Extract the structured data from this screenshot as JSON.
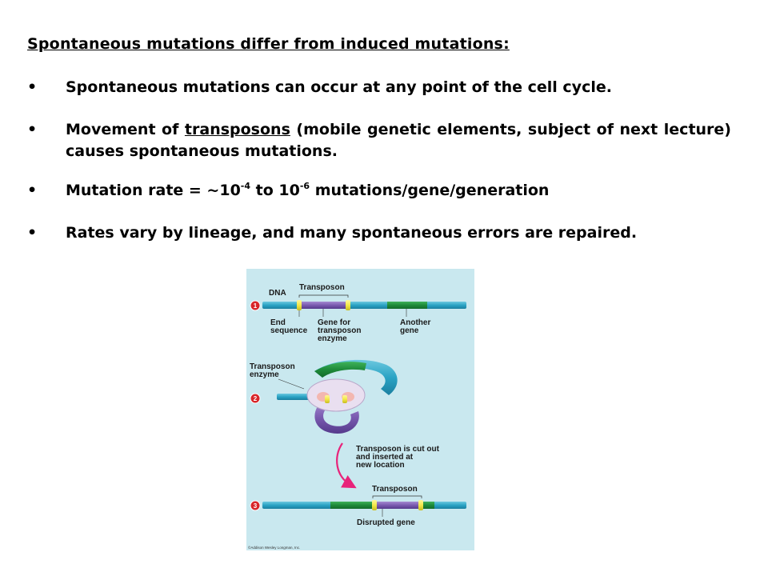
{
  "heading": "Spontaneous mutations differ from induced mutations:",
  "bullet_glyph": "•",
  "bullets": {
    "b1": "Spontaneous mutations can occur at any point of the cell cycle.",
    "b2": {
      "pre": "Movement of ",
      "link": "transposons",
      "post": " (mobile genetic elements, subject of next lecture) causes spontaneous mutations."
    },
    "b3": {
      "pre": "Mutation rate = ~10",
      "exp1": "-4",
      "mid": " to 10",
      "exp2": "-6",
      "post": " mutations/gene/generation"
    },
    "b4": "Rates vary by lineage, and many spontaneous errors are repaired."
  },
  "figure": {
    "labels": {
      "dna": "DNA",
      "transposon_top": "Transposon",
      "end_sequence_1": "End",
      "end_sequence_2": "sequence",
      "gene_enzyme_1": "Gene for",
      "gene_enzyme_2": "transposon",
      "gene_enzyme_3": "enzyme",
      "another_gene_1": "Another",
      "another_gene_2": "gene",
      "transposon_enzyme_1": "Transposon",
      "transposon_enzyme_2": "enzyme",
      "cut_1": "Transposon is cut out",
      "cut_2": "and inserted at",
      "cut_3": "new location",
      "transposon_bottom": "Transposon",
      "disrupted_gene": "Disrupted gene",
      "copyright": "©Addison Wesley Longman, Inc."
    },
    "steps": [
      "1",
      "2",
      "3"
    ],
    "colors": {
      "background": "#c9e8ef",
      "dna": "#2aa3c4",
      "transposon": "#7a5bb0",
      "end_sequence": "#f2e84a",
      "gene": "#1e8a3a",
      "enzyme": "#e9dff0",
      "step_badge": "#d8262a",
      "arrow": "#e8237a"
    }
  }
}
